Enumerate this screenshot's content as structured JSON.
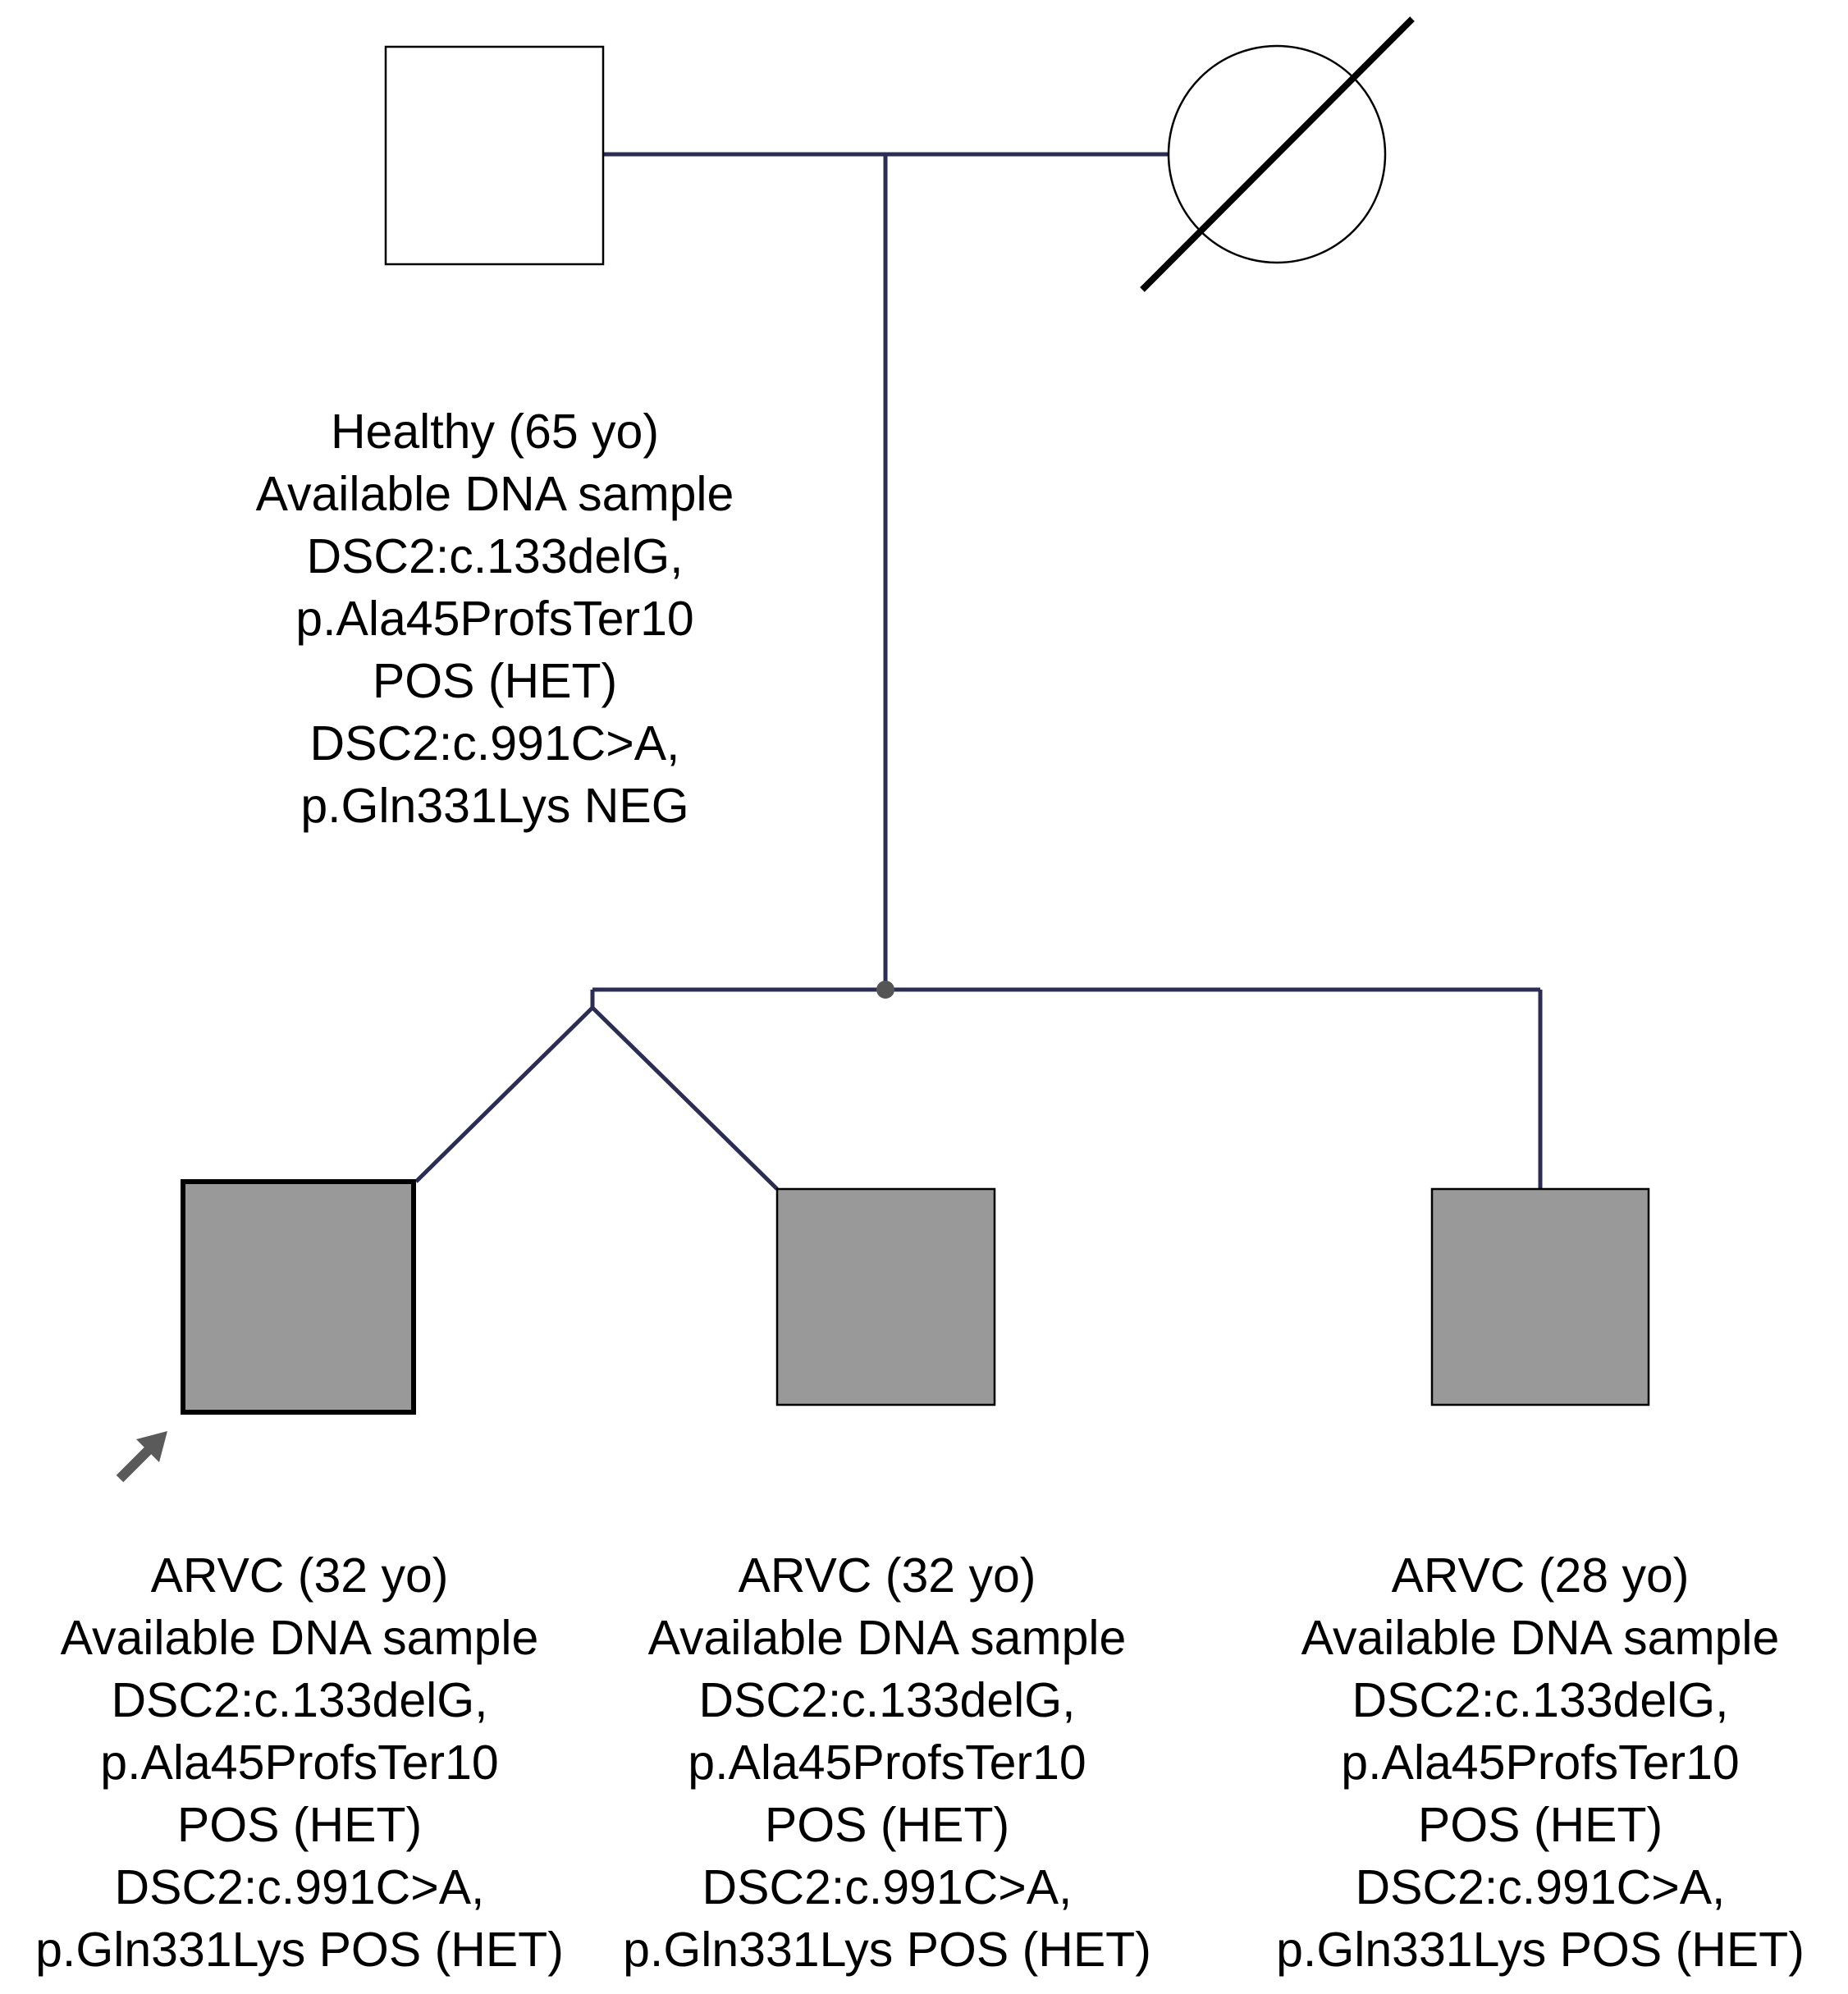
{
  "colors": {
    "line": "#2b2d55",
    "affected_fill": "#999999",
    "symbol_stroke": "#000000",
    "arrow": "#5a5a5a",
    "node": "#555555"
  },
  "individuals": [
    {
      "sex": "male",
      "affected": false,
      "deceased": false,
      "proband": false,
      "role": "father",
      "lines": []
    },
    {
      "sex": "female",
      "affected": false,
      "deceased": true,
      "proband": false,
      "role": "mother",
      "lines": []
    },
    {
      "sex": "male",
      "affected": true,
      "deceased": false,
      "proband": true,
      "role": "child-1",
      "twin": "monozygotic",
      "lines": [
        "ARVC (32 yo)",
        "Available DNA sample",
        "DSC2:c.133delG,",
        "p.Ala45ProfsTer10",
        "POS (HET)",
        "DSC2:c.991C>A,",
        "p.Gln331Lys POS (HET)"
      ]
    },
    {
      "sex": "male",
      "affected": true,
      "deceased": false,
      "proband": false,
      "role": "child-2",
      "twin": "monozygotic",
      "lines": [
        "ARVC (32 yo)",
        "Available DNA sample",
        "DSC2:c.133delG,",
        "p.Ala45ProfsTer10",
        "POS (HET)",
        "DSC2:c.991C>A,",
        "p.Gln331Lys POS (HET)"
      ]
    },
    {
      "sex": "male",
      "affected": true,
      "deceased": false,
      "proband": false,
      "role": "child-3",
      "lines": [
        "ARVC (28 yo)",
        "Available DNA sample",
        "DSC2:c.133delG,",
        "p.Ala45ProfsTer10",
        "POS (HET)",
        "DSC2:c.991C>A,",
        "p.Gln331Lys POS (HET)"
      ]
    }
  ],
  "father_annotation": [
    "Healthy (65 yo)",
    "Available DNA sample",
    "DSC2:c.133delG,",
    "p.Ala45ProfsTer10",
    "POS (HET)",
    "DSC2:c.991C>A,",
    "p.Gln331Lys NEG"
  ]
}
